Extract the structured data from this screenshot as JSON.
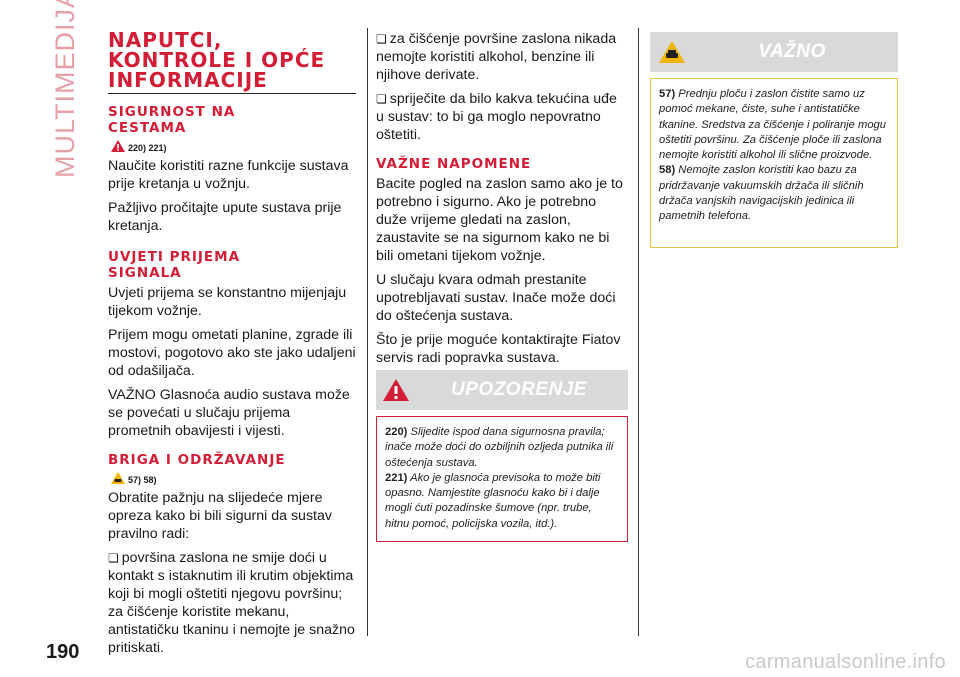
{
  "side_title": "MULTIMEDIJA",
  "page_number": "190",
  "watermark": "carmanualsonline.info",
  "col1": {
    "title_lines": [
      "NAPUTCI,",
      "KONTROLE I OPĆE",
      "INFORMACIJE"
    ],
    "sigurnost": {
      "heading": [
        "SIGURNOST NA",
        "CESTAMA"
      ],
      "refs": "220) 221)",
      "p1": "Naučite koristiti razne funkcije sustava prije kretanja u vožnju.",
      "p2": "Pažljivo pročitajte upute sustava prije kretanja."
    },
    "uvjeti": {
      "heading": [
        "UVJETI PRIJEMA",
        "SIGNALA"
      ],
      "p1": "Uvjeti prijema se konstantno mijenjaju tijekom vožnje.",
      "p2": "Prijem mogu ometati planine, zgrade ili mostovi, pogotovo ako ste jako udaljeni od odašiljača.",
      "p3": "VAŽNO Glasnoća audio sustava može se povećati u slučaju prijema prometnih obavijesti i vijesti."
    },
    "briga": {
      "heading": "BRIGA I ODRŽAVANJE",
      "refs": "57) 58)",
      "p1": "Obratite pažnju na slijedeće mjere opreza kako bi bili sigurni da sustav pravilno radi:",
      "b1": "površina zaslona ne smije doći u kontakt s istaknutim ili krutim objektima koji bi mogli oštetiti njegovu površinu; za čišćenje koristite mekanu, antistatičku tkaninu i nemojte je snažno pritiskati."
    }
  },
  "col2": {
    "b2": "za čišćenje površine zaslona nikada nemojte koristiti alkohol, benzine ili njihove derivate.",
    "b3": "spriječite da bilo kakva tekućina uđe u sustav: to bi ga moglo nepovratno oštetiti.",
    "vazne": {
      "heading": "VAŽNE NAPOMENE",
      "p1": "Bacite pogled na zaslon samo ako je to potrebno i sigurno. Ako je potrebno duže vrijeme gledati na zaslon, zaustavite se na sigurnom kako ne bi bili ometani tijekom vožnje.",
      "p2": "U slučaju kvara odmah prestanite upotrebljavati sustav. Inače može doći do oštećenja sustava.",
      "p3": "Što je prije moguće kontaktirajte Fiatov servis radi popravka sustava."
    },
    "upozorenje": {
      "title": "UPOZORENJE",
      "items": [
        {
          "num": "220)",
          "text": "Slijedite ispod dana sigurnosna pravila; inače može doći do ozbiljnih ozljeda putnika ili oštećenja sustava."
        },
        {
          "num": "221)",
          "text": "Ako je glasnoća previsoka to može biti opasno. Namjestite glasnoću kako bi i dalje mogli ćuti pozadinske šumove (npr. trube, hitnu pomoć, policijska vozila, itd.)."
        }
      ]
    }
  },
  "col3": {
    "vazno": {
      "title": "VAŽNO",
      "items": [
        {
          "num": "57)",
          "text": "Prednju ploču i zaslon čistite samo uz pomoć mekane, čiste, suhe i antistatičke tkanine. Sredstva za čišćenje i poliranje mogu oštetiti površinu. Za čišćenje ploče ili zaslona nemojte koristiti alkohol ili slične proizvode."
        },
        {
          "num": "58)",
          "text": "Nemojte zaslon koristiti kao bazu za pridržavanje vakuumskih držača ili sličnih držača vanjskih navigacijskih jedinica ili pametnih telefona."
        }
      ]
    }
  },
  "colors": {
    "accent_red": "#d31c35",
    "side_title_pink": "#e6a0a8",
    "warning_border": "#d31c35",
    "note_border": "#e8c24a",
    "note_icon": "#f0b400",
    "box_header_gray": "#d9d9d9"
  },
  "icons": [
    "warning-triangle-icon",
    "car-warning-icon"
  ]
}
